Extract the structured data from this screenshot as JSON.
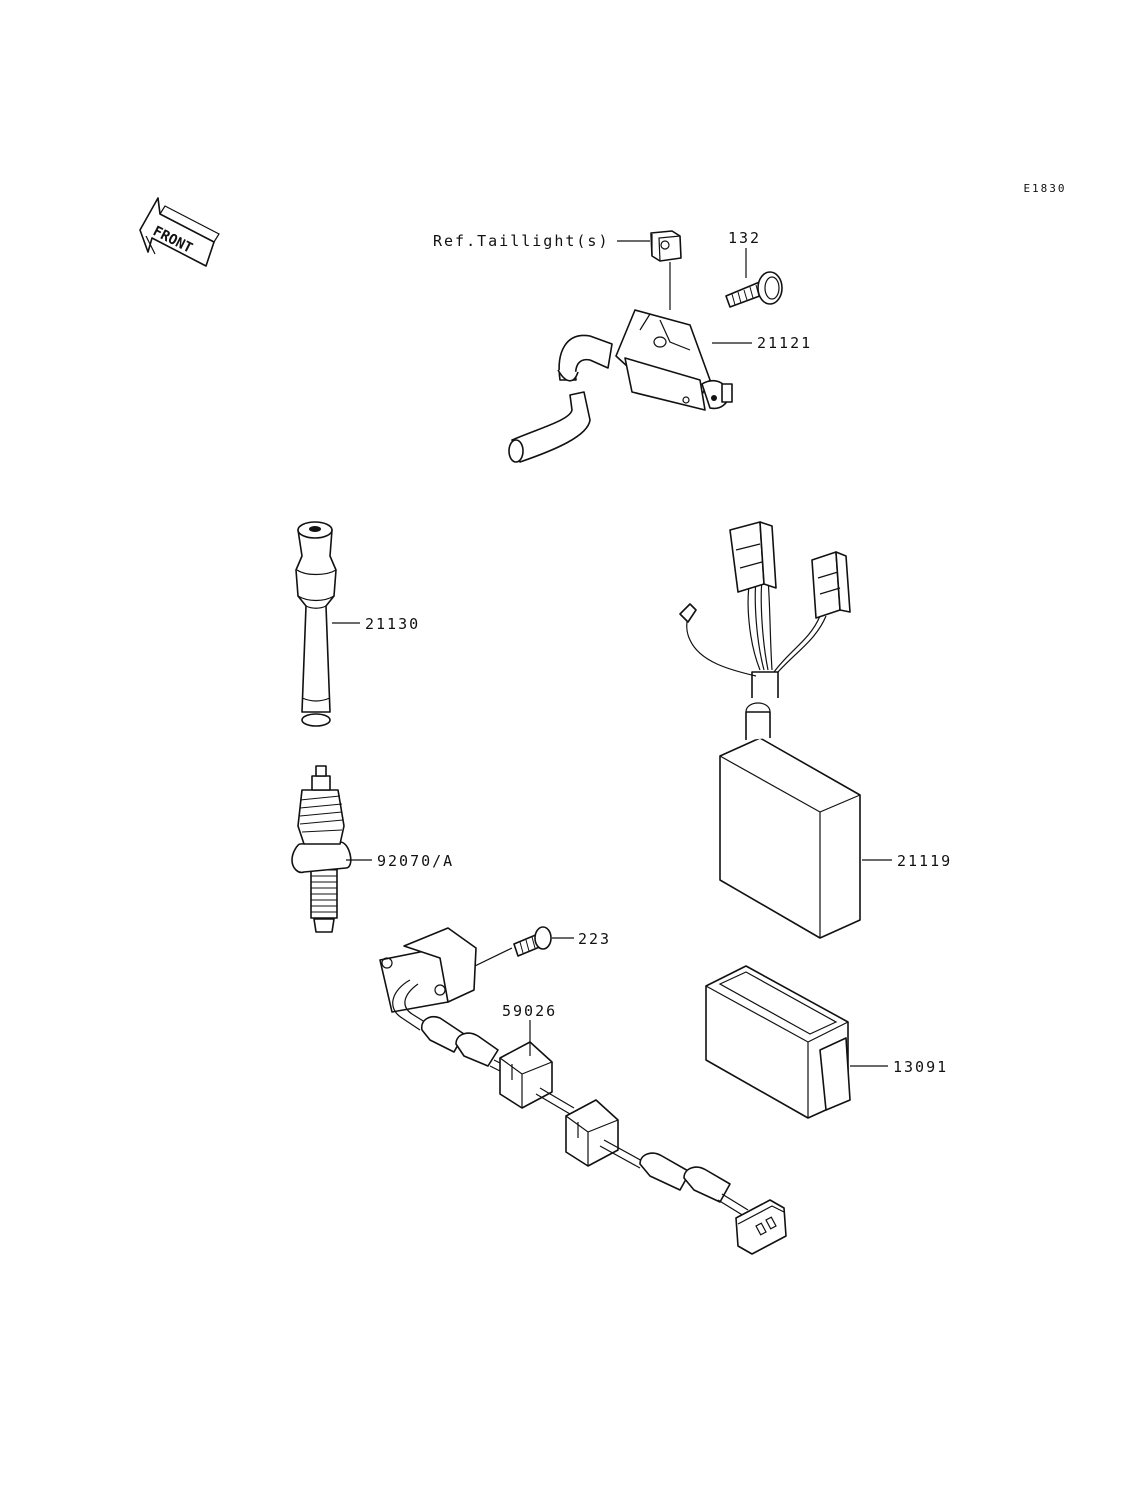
{
  "diagram": {
    "code": "E1830",
    "front_arrow": "FRONT",
    "labels": {
      "ref_taillight": "Ref.Taillight(s)",
      "p132": "132",
      "p21121": "21121",
      "p21130": "21130",
      "p21119": "21119",
      "p92070": "92070/A",
      "p223": "223",
      "p59026": "59026",
      "p13091": "13091"
    }
  }
}
